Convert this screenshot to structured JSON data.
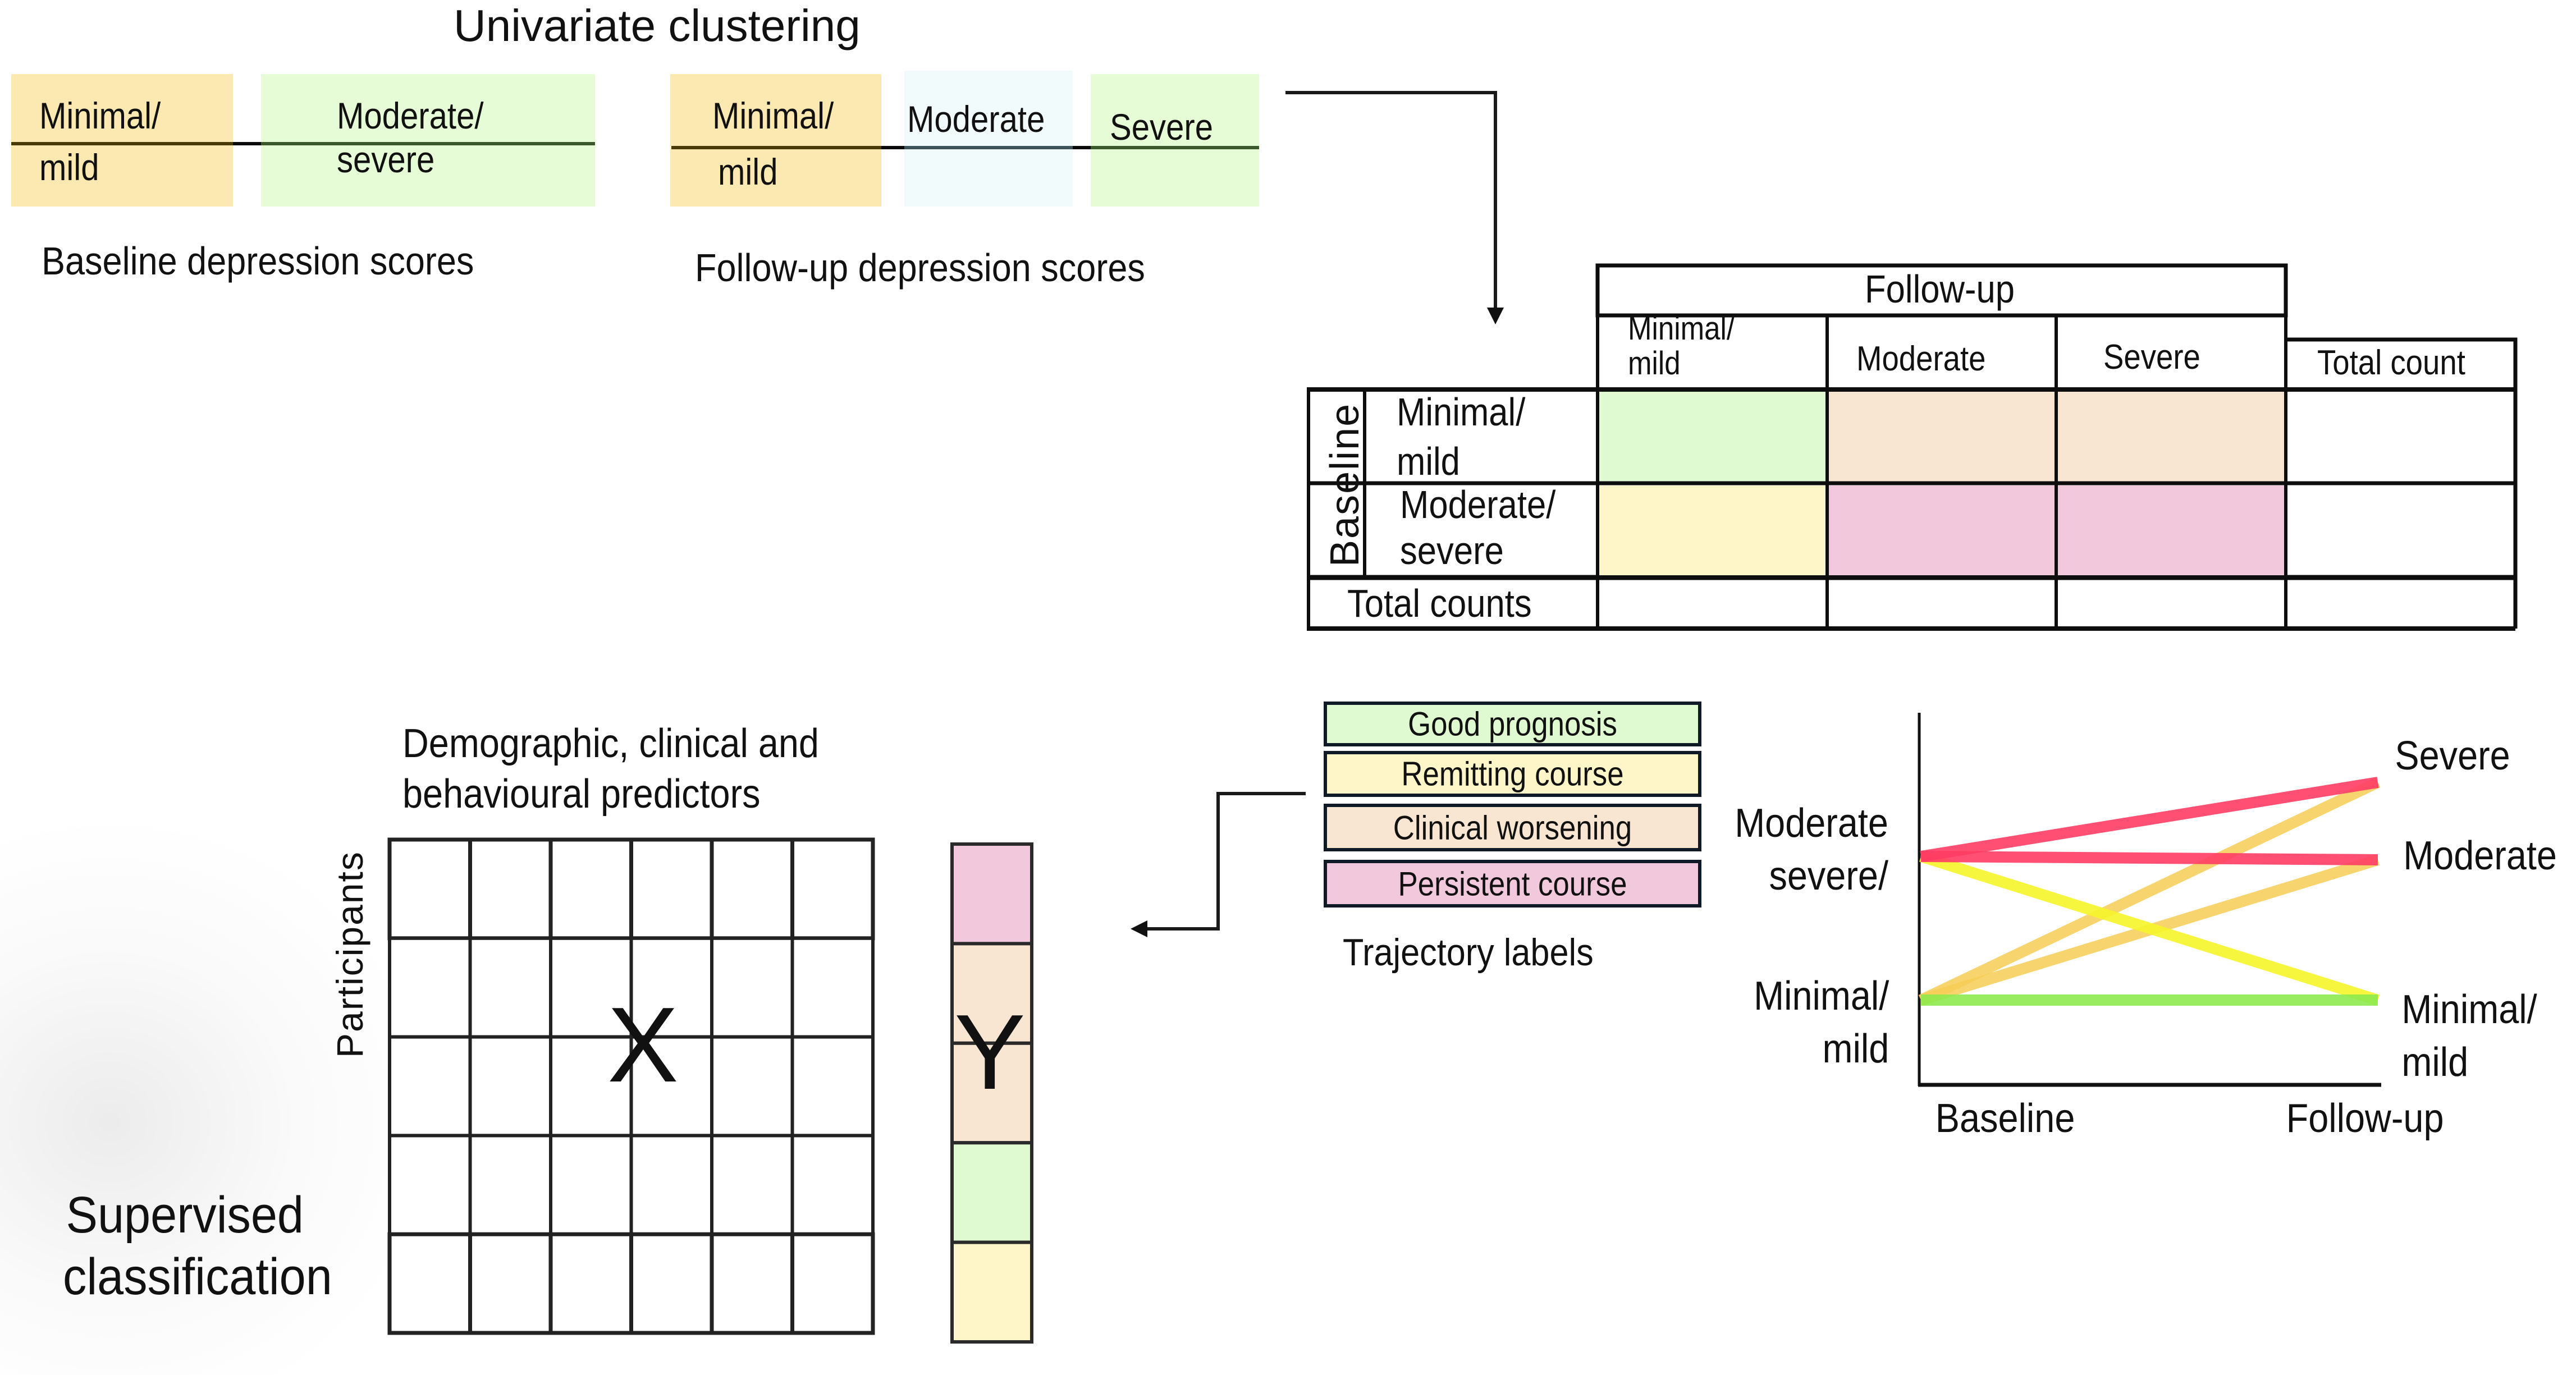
{
  "title": "Univariate clustering",
  "colors": {
    "minimal_mild_band": "#FCE9B2",
    "moderate_band": "#F1FBFC",
    "severe_band": "#E6FCD6",
    "good_prognosis": "#DFF9D0",
    "remitting_course": "#FEF6C8",
    "clinical_worsening": "#F8E6D2",
    "persistent_course": "#F2C8DC",
    "line_red": "#FF3C64",
    "line_yellow": "#F5F52A",
    "line_orange": "#F7CC55",
    "line_green": "#8EEA4E"
  },
  "baseline_scores": {
    "bands": [
      {
        "line1": "Minimal/",
        "line2": "mild"
      },
      {
        "line1": "Moderate/",
        "line2": "severe"
      }
    ],
    "caption": "Baseline depression scores"
  },
  "followup_scores": {
    "bands": [
      {
        "line1": "Minimal/",
        "line2": "mild"
      },
      {
        "line1": "Moderate",
        "line2": ""
      },
      {
        "line1": "Severe",
        "line2": ""
      }
    ],
    "caption": "Follow-up depression scores"
  },
  "contingency_table": {
    "column_group_label": "Follow-up",
    "row_group_label": "Baseline",
    "columns": [
      {
        "line1": "Minimal/",
        "line2": "mild"
      },
      {
        "line1": "Moderate",
        "line2": ""
      },
      {
        "line1": "Severe",
        "line2": ""
      }
    ],
    "total_column_label": "Total count",
    "rows": [
      {
        "line1": "Minimal/",
        "line2": "mild",
        "cells": [
          "good_prognosis",
          "clinical_worsening",
          "clinical_worsening"
        ]
      },
      {
        "line1": "Moderate/",
        "line2": "severe",
        "cells": [
          "remitting_course",
          "persistent_course",
          "persistent_course"
        ]
      }
    ],
    "total_row_label": "Total counts"
  },
  "trajectory_labels": {
    "items": [
      {
        "label": "Good prognosis",
        "color_key": "good_prognosis"
      },
      {
        "label": "Remitting course",
        "color_key": "remitting_course"
      },
      {
        "label": "Clinical worsening",
        "color_key": "clinical_worsening"
      },
      {
        "label": "Persistent course",
        "color_key": "persistent_course"
      }
    ],
    "caption": "Trajectory labels"
  },
  "trajectory_chart": {
    "x_labels": [
      "Baseline",
      "Follow-up"
    ],
    "baseline_levels": [
      {
        "key": "moderate_severe",
        "line1": "Moderate",
        "line2": "severe/"
      },
      {
        "key": "minimal_mild",
        "line1": "Minimal/",
        "line2": "mild"
      }
    ],
    "followup_levels": [
      {
        "key": "severe",
        "line1": "Severe",
        "line2": ""
      },
      {
        "key": "moderate",
        "line1": "Moderate",
        "line2": ""
      },
      {
        "key": "minimal_mild",
        "line1": "Minimal/",
        "line2": "mild"
      }
    ],
    "lines": [
      {
        "from": "moderate_severe",
        "to": "severe",
        "color": "line_red",
        "trajectory": "Persistent course"
      },
      {
        "from": "moderate_severe",
        "to": "moderate",
        "color": "line_red",
        "trajectory": "Persistent course"
      },
      {
        "from": "moderate_severe",
        "to": "minimal_mild",
        "color": "line_yellow",
        "trajectory": "Remitting course"
      },
      {
        "from": "minimal_mild",
        "to": "severe",
        "color": "line_orange",
        "trajectory": "Clinical worsening"
      },
      {
        "from": "minimal_mild",
        "to": "moderate",
        "color": "line_orange",
        "trajectory": "Clinical worsening"
      },
      {
        "from": "minimal_mild",
        "to": "minimal_mild",
        "color": "line_green",
        "trajectory": "Good prognosis"
      }
    ]
  },
  "classification": {
    "predictors_line1": "Demographic, clinical and",
    "predictors_line2": "behavioural predictors",
    "participants_label": "Participants",
    "matrix_label": "X",
    "matrix_columns": 6,
    "matrix_rows": 5,
    "target_label": "Y",
    "target_segments": [
      "persistent_course",
      "clinical_worsening",
      "clinical_worsening",
      "good_prognosis",
      "remitting_course"
    ],
    "section_line1": "Supervised",
    "section_line2": "classification"
  }
}
